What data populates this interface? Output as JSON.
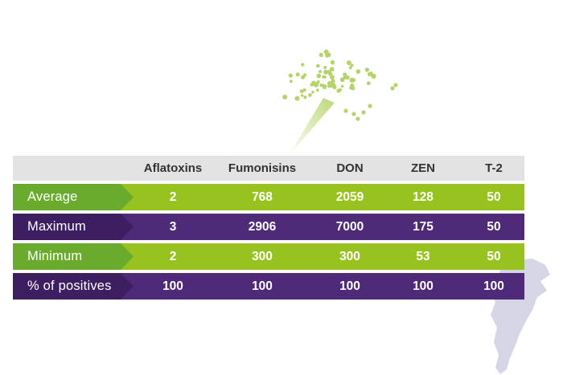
{
  "colors": {
    "green": "#98c21f",
    "green_dark": "#6aaa2c",
    "purple": "#4e2a78",
    "purple_dark": "#3d1f61",
    "header_bg": "#e3e3e4",
    "spore": "#b6d36b",
    "map": "#d4d6e6"
  },
  "chart_data": {
    "type": "table",
    "columns": [
      "",
      "Aflatoxins",
      "Fumonisins",
      "DON",
      "ZEN",
      "T-2"
    ],
    "rows": [
      {
        "label": "Average",
        "values": [
          "2",
          "768",
          "2059",
          "128",
          "50"
        ],
        "theme": "green"
      },
      {
        "label": "Maximum",
        "values": [
          "3",
          "2906",
          "7000",
          "175",
          "50"
        ],
        "theme": "purple"
      },
      {
        "label": "Minimum",
        "values": [
          "2",
          "300",
          "300",
          "53",
          "50"
        ],
        "theme": "green"
      },
      {
        "label": "% of positives",
        "values": [
          "100",
          "100",
          "100",
          "100",
          "100"
        ],
        "theme": "purple"
      }
    ]
  },
  "icons": {
    "illustration": "mould-spore-icon",
    "map": "argentina-map-icon"
  }
}
